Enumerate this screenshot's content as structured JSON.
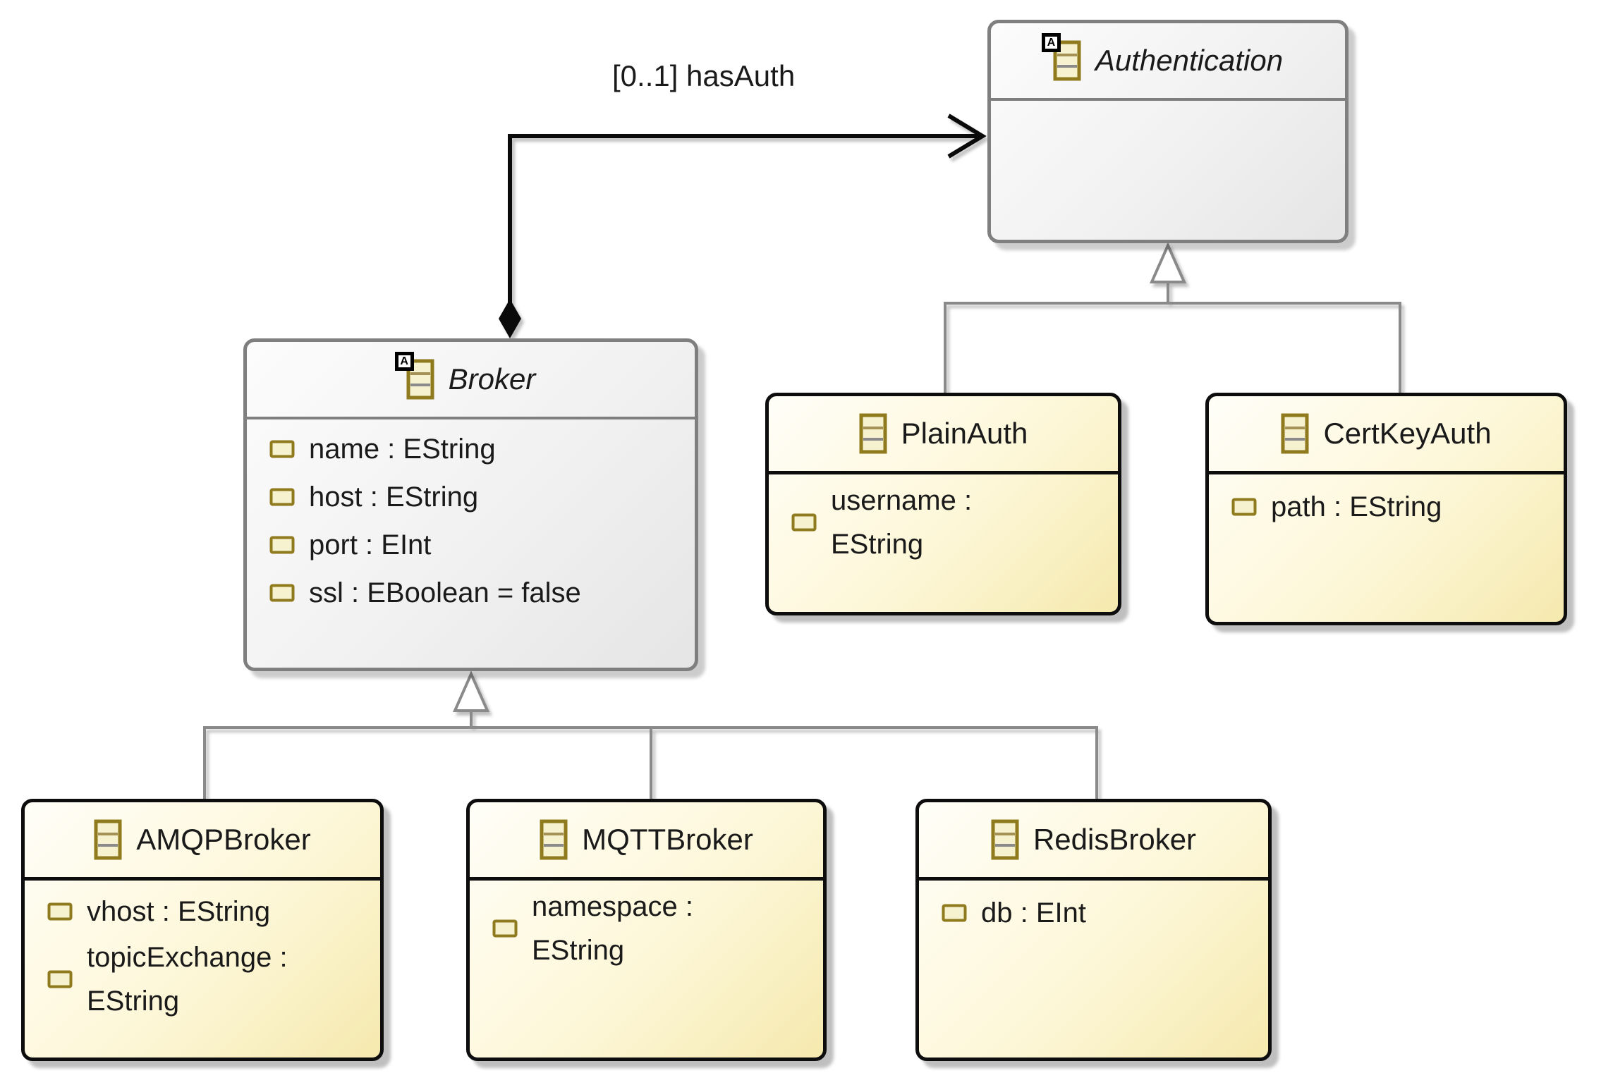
{
  "diagram": {
    "containment_label": "[0..1] hasAuth"
  },
  "classes": {
    "authentication": {
      "name": "Authentication",
      "abstract": true,
      "attributes": []
    },
    "broker": {
      "name": "Broker",
      "abstract": true,
      "attributes": [
        {
          "text": "name : EString"
        },
        {
          "text": "host : EString"
        },
        {
          "text": "port : EInt"
        },
        {
          "text": "ssl : EBoolean = false"
        }
      ]
    },
    "plainauth": {
      "name": "PlainAuth",
      "abstract": false,
      "attributes": [
        {
          "text": "username : EString"
        }
      ]
    },
    "certkeyauth": {
      "name": "CertKeyAuth",
      "abstract": false,
      "attributes": [
        {
          "text": "path : EString"
        }
      ]
    },
    "amqpbroker": {
      "name": "AMQPBroker",
      "abstract": false,
      "attributes": [
        {
          "text": "vhost : EString"
        },
        {
          "text": "topicExchange : EString"
        }
      ]
    },
    "mqttbroker": {
      "name": "MQTTBroker",
      "abstract": false,
      "attributes": [
        {
          "text": "namespace : EString"
        }
      ]
    },
    "redisbroker": {
      "name": "RedisBroker",
      "abstract": false,
      "attributes": [
        {
          "text": "db : EInt"
        }
      ]
    }
  },
  "icons": {
    "abstract_badge_letter": "A",
    "eclass": "eclass-icon",
    "eattribute": "eattribute-icon"
  },
  "colors": {
    "text": "#1a1a1a",
    "concrete_border": "#0d0d0d",
    "concrete_fill_start": "#fffef8",
    "concrete_fill_end": "#f5e9ae",
    "abstract_border": "#7f7f7f",
    "abstract_fill_start": "#fcfcfc",
    "abstract_fill_end": "#e5e5e5",
    "containment_line": "#0a0a0a",
    "generalization_line": "#8a8a8a",
    "icon_border": "#8f7a1e",
    "icon_fill": "#f6f2d0",
    "icon_divider_tan": "#a39156",
    "icon_divider_gray": "#8a8a8a"
  }
}
